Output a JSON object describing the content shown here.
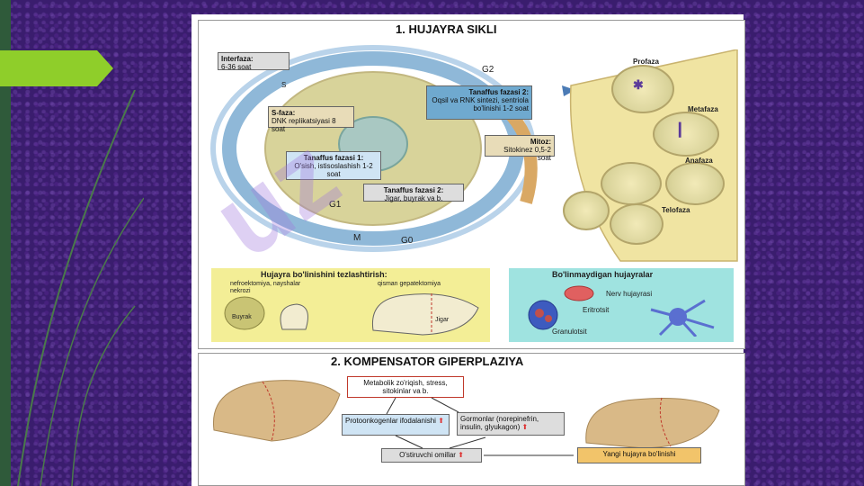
{
  "section1": {
    "title": "1. HUJAYRA SIKLI",
    "interfaza": {
      "title": "Interfaza:",
      "text": "6-36 soat"
    },
    "sfaza": {
      "title": "S-faza:",
      "text": "DNK replikatsiyasi 8 soat"
    },
    "tf1": {
      "title": "Tanaffus fazasi 1:",
      "text": "O'sish, istisoslashish 1-2 soat"
    },
    "tf2top": {
      "title": "Tanaffus fazasi 2:",
      "text": "Oqsil va RNK sintezi, sentriola bo'linishi 1-2 soat"
    },
    "tf2bottom": {
      "title": "Tanaffus fazasi 2:",
      "text": "Jigar, buyrak va b."
    },
    "mitoz": {
      "title": "Mitoz:",
      "text": "Sitokinez 0,5-2 soat"
    },
    "cycle_labels": {
      "s": "S",
      "g2": "G2",
      "m": "M",
      "g1": "G1",
      "m2": "M",
      "g0": "G0"
    },
    "phases": [
      "Profaza",
      "Metafaza",
      "Anafaza",
      "Telofaza"
    ],
    "accelerate": {
      "title": "Hujayra bo'linishini tezlashtirish:",
      "left_note": "nefroektomiya, nayshalar nekrozi",
      "right_note": "qisman gepatektomiya",
      "kidney": "Buyrak",
      "liver": "Jigar"
    },
    "nondividing": {
      "title": "Bo'linmaydigan hujayralar",
      "nerve": "Nerv hujayrasi",
      "erythro": "Eritrotsit",
      "granulo": "Granulotsit"
    }
  },
  "section2": {
    "title": "2. KOMPENSATOR GIPERPLAZIYA",
    "metabolic": "Metabolik zo'riqish, stress, sitokinlar va b.",
    "proto": "Protoonkogenlar ifodalanishi",
    "hormones": "Gormonlar (norepinefrin, insulin, glyukagon)",
    "growth": "O'stiruvchi omillar",
    "newcells": "Yangi hujayra bo'linishi"
  },
  "colors": {
    "accent_green": "#8fce2a",
    "up_arrow": "#d33"
  }
}
